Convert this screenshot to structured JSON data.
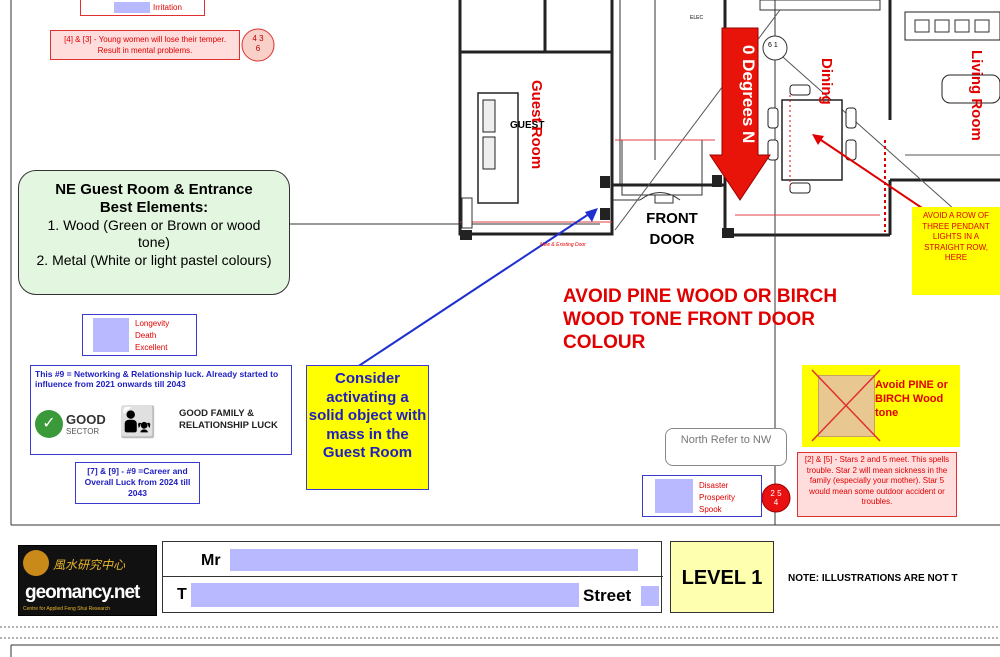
{
  "left_notes": {
    "top_item": "Irritation",
    "note_43": "[4] & [3] - Young women will lose their temper. Result in mental problems.",
    "stars_43": [
      "4",
      "3",
      "6"
    ],
    "ne_box": {
      "title": "NE Guest Room & Entrance",
      "subtitle": "Best Elements:",
      "line1": "1. Wood (Green or Brown or wood tone)",
      "line2": "2. Metal (White or light pastel colours)"
    },
    "legend_items": [
      "Longevity",
      "Death",
      "Excellent"
    ],
    "sector_note": "This #9 = Networking & Relationship luck. Already started to influence from 2021 onwards till 2043",
    "good_label": "GOOD",
    "sector_label": "SECTOR",
    "family_luck": "GOOD FAMILY & RELATIONSHIP LUCK",
    "career_note": "[7] & [9] - #9 =Career and Overall Luck from 2024 till 2043"
  },
  "plan": {
    "guest_label": "GUEST",
    "guest_room": "Guest Room",
    "degrees": "0 Degrees N",
    "dining": "Dining",
    "living": "Living Room",
    "front_door": "FRONT DOOR",
    "door_small": "New & Existing Door",
    "elec": "ELEC",
    "compass_top": [
      "6",
      "1"
    ],
    "avoid_pine": "AVOID PINE WOOD OR BIRCH WOOD TONE FRONT DOOR COLOUR",
    "pendant_note": "AVOID A ROW OF THREE PENDANT LIGHTS IN A STRAIGHT ROW, HERE",
    "consider_note": "Consider activating a solid object with mass in the Guest Room",
    "avoid_wood_tone": "Avoid PINE or BIRCH Wood tone",
    "north_note": "North Refer to NW",
    "bottom_legend": [
      "Disaster",
      "Prosperity",
      "Spook"
    ],
    "stars_25": [
      "2",
      "5",
      "4"
    ],
    "note_25": "[2] & [5] - Stars 2 and 5 meet. This spells trouble. Star 2 will mean sickness in the family (especially your mother). Star 5 would mean some outdoor accident or troubles."
  },
  "footer": {
    "logo_cn": "風水研究中心",
    "logo_main": "geomancy.net",
    "logo_sub": "Centre for Applied Feng Shui Research",
    "client_prefix": "Mr",
    "street_initial": "T",
    "street_suffix": "Street",
    "level": "LEVEL 1",
    "note": "NOTE: ILLUSTRATIONS ARE NOT T"
  },
  "colors": {
    "green_box": "#e3f6df",
    "yellow": "#ffff00",
    "red": "#e00000",
    "blue_arrow": "#1f2fd0",
    "redacted": "#b9b9ff"
  }
}
